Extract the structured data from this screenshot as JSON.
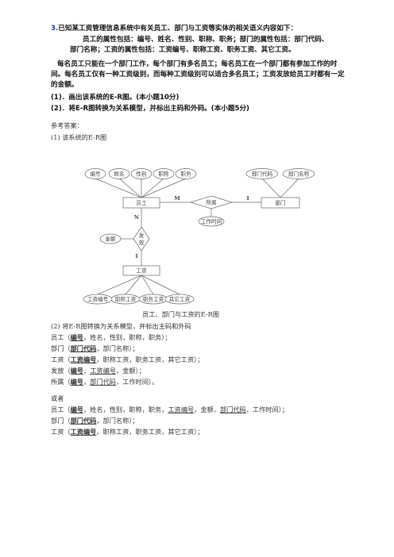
{
  "question": {
    "number": "3.",
    "intro": "已知某工资管理信息系统中有关员工、部门与工资等实体的相关语义内容如下：",
    "attr_line1": "员工的属性包括：编号、姓名、性别、职称、职务；部门的属性包括：部门代码、",
    "attr_line2": "部门名称；工资的属性包括：工资编号、职称工资、职务工资、其它工资。",
    "semantics": "每名员工只能在一个部门工作，每个部门有多名员工；每名员工在一个部门都有参加工作的时间。每名员工仅有一种工资级别，而每种工资级别可以适合多名员工；工资发放给员工时都有一定的金额。",
    "task1": "(1)．画出该系统的E-R图。(本小题10分)",
    "task2": "(2)．将E-R图转换为关系模型，并标出主码和外码。(本小题5分)"
  },
  "answer": {
    "heading": "参考答案：",
    "part1": "(1) 该系统的E-R图",
    "caption": "员工、部门与工资的E-R图",
    "part2": "(2) 将E-R图转换为关系模型，并标出主码和外码",
    "rel_emp": {
      "name": "员工",
      "open": "（",
      "pk": "编号",
      "rest": "，姓名，性别，职称，职务）；"
    },
    "rel_dept": {
      "name": "部门",
      "open": "（",
      "pk": "部门代码",
      "rest": "，部门名称）；"
    },
    "rel_wage": {
      "name": "工资",
      "open": "（",
      "pk": "工资编号",
      "rest": "，职称工资，职务工资，其它工资）；"
    },
    "rel_pay": {
      "name": "发放",
      "open": "（",
      "pk": "编号",
      "sep": "，",
      "fk": "工资编号",
      "rest": "，金额）；"
    },
    "rel_belong": {
      "name": "所属",
      "open": "（",
      "pk": "编号",
      "sep": "，",
      "fk": "部门代码",
      "rest": "，工作时间）。"
    },
    "or": "或者",
    "alt_emp": {
      "name": "员工",
      "open": "（",
      "pk": "编号",
      "mid": "，姓名，性别，职称，职务，",
      "fk1": "工资编号",
      "mid2": "，金额，",
      "fk2": "部门代码",
      "rest": "，工作时间）；"
    },
    "alt_dept": {
      "name": "部门",
      "open": "（",
      "pk": "部门代码",
      "rest": "，部门名称）；"
    },
    "alt_wage": {
      "name": "工资",
      "open": "（",
      "pk": "工资编号",
      "rest": "，职称工资，职务工资，其它工资）；"
    }
  },
  "er": {
    "entity_emp": "员工",
    "entity_dept": "部门",
    "entity_wage": "工资",
    "rel_belong": "所属",
    "rel_pay_1": "发",
    "rel_pay_2": "放",
    "emp_attrs": [
      "编号",
      "姓名",
      "性别",
      "职称",
      "职务"
    ],
    "dept_attrs": [
      "部门代码",
      "部门名称"
    ],
    "wage_attrs": [
      "工资编号",
      "职称工资",
      "职务工资",
      "其它工资"
    ],
    "belong_attr": "工作时间",
    "pay_attr": "金额",
    "card_m": "M",
    "card_1_top": "1",
    "card_n": "N",
    "card_1_left": "1"
  }
}
